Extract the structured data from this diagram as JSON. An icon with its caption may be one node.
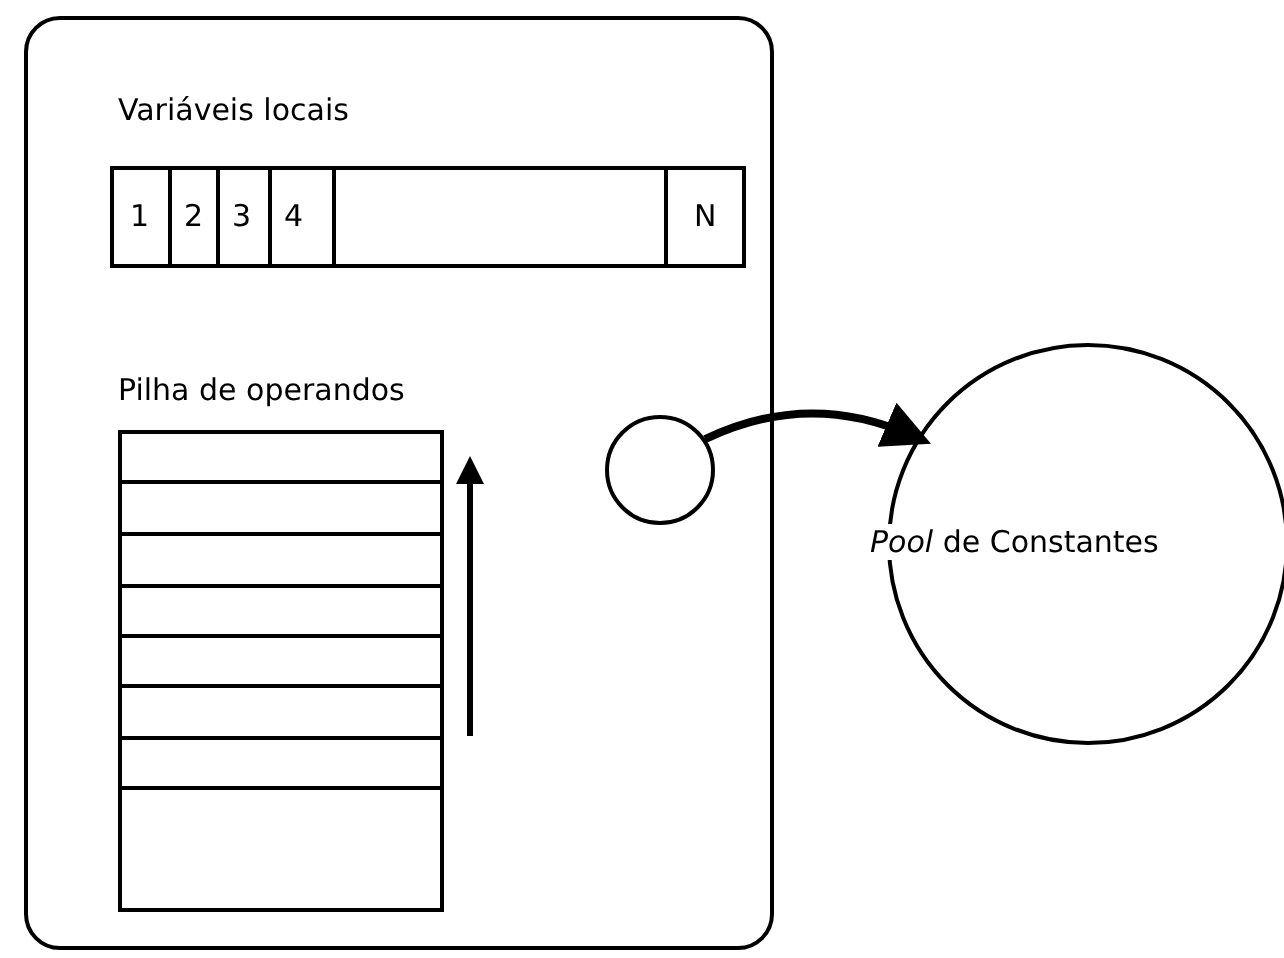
{
  "diagram": {
    "nodes": [
      {
        "text": [],
        "shape": "box"
      },
      {
        "text": [
          "Variáveis locais",
          "1",
          "2",
          "3",
          "4",
          "N"
        ],
        "in": 0
      },
      {
        "text": [
          "Pilha de operandos"
        ],
        "in": 0
      },
      {
        "text": [],
        "shape": "circle",
        "in": 0
      },
      {
        "text": [
          "*Pool* de Constantes"
        ]
      }
    ],
    "edges": [
      {
        "from": 3,
        "to": 4,
        "arrow": "to"
      }
    ]
  }
}
